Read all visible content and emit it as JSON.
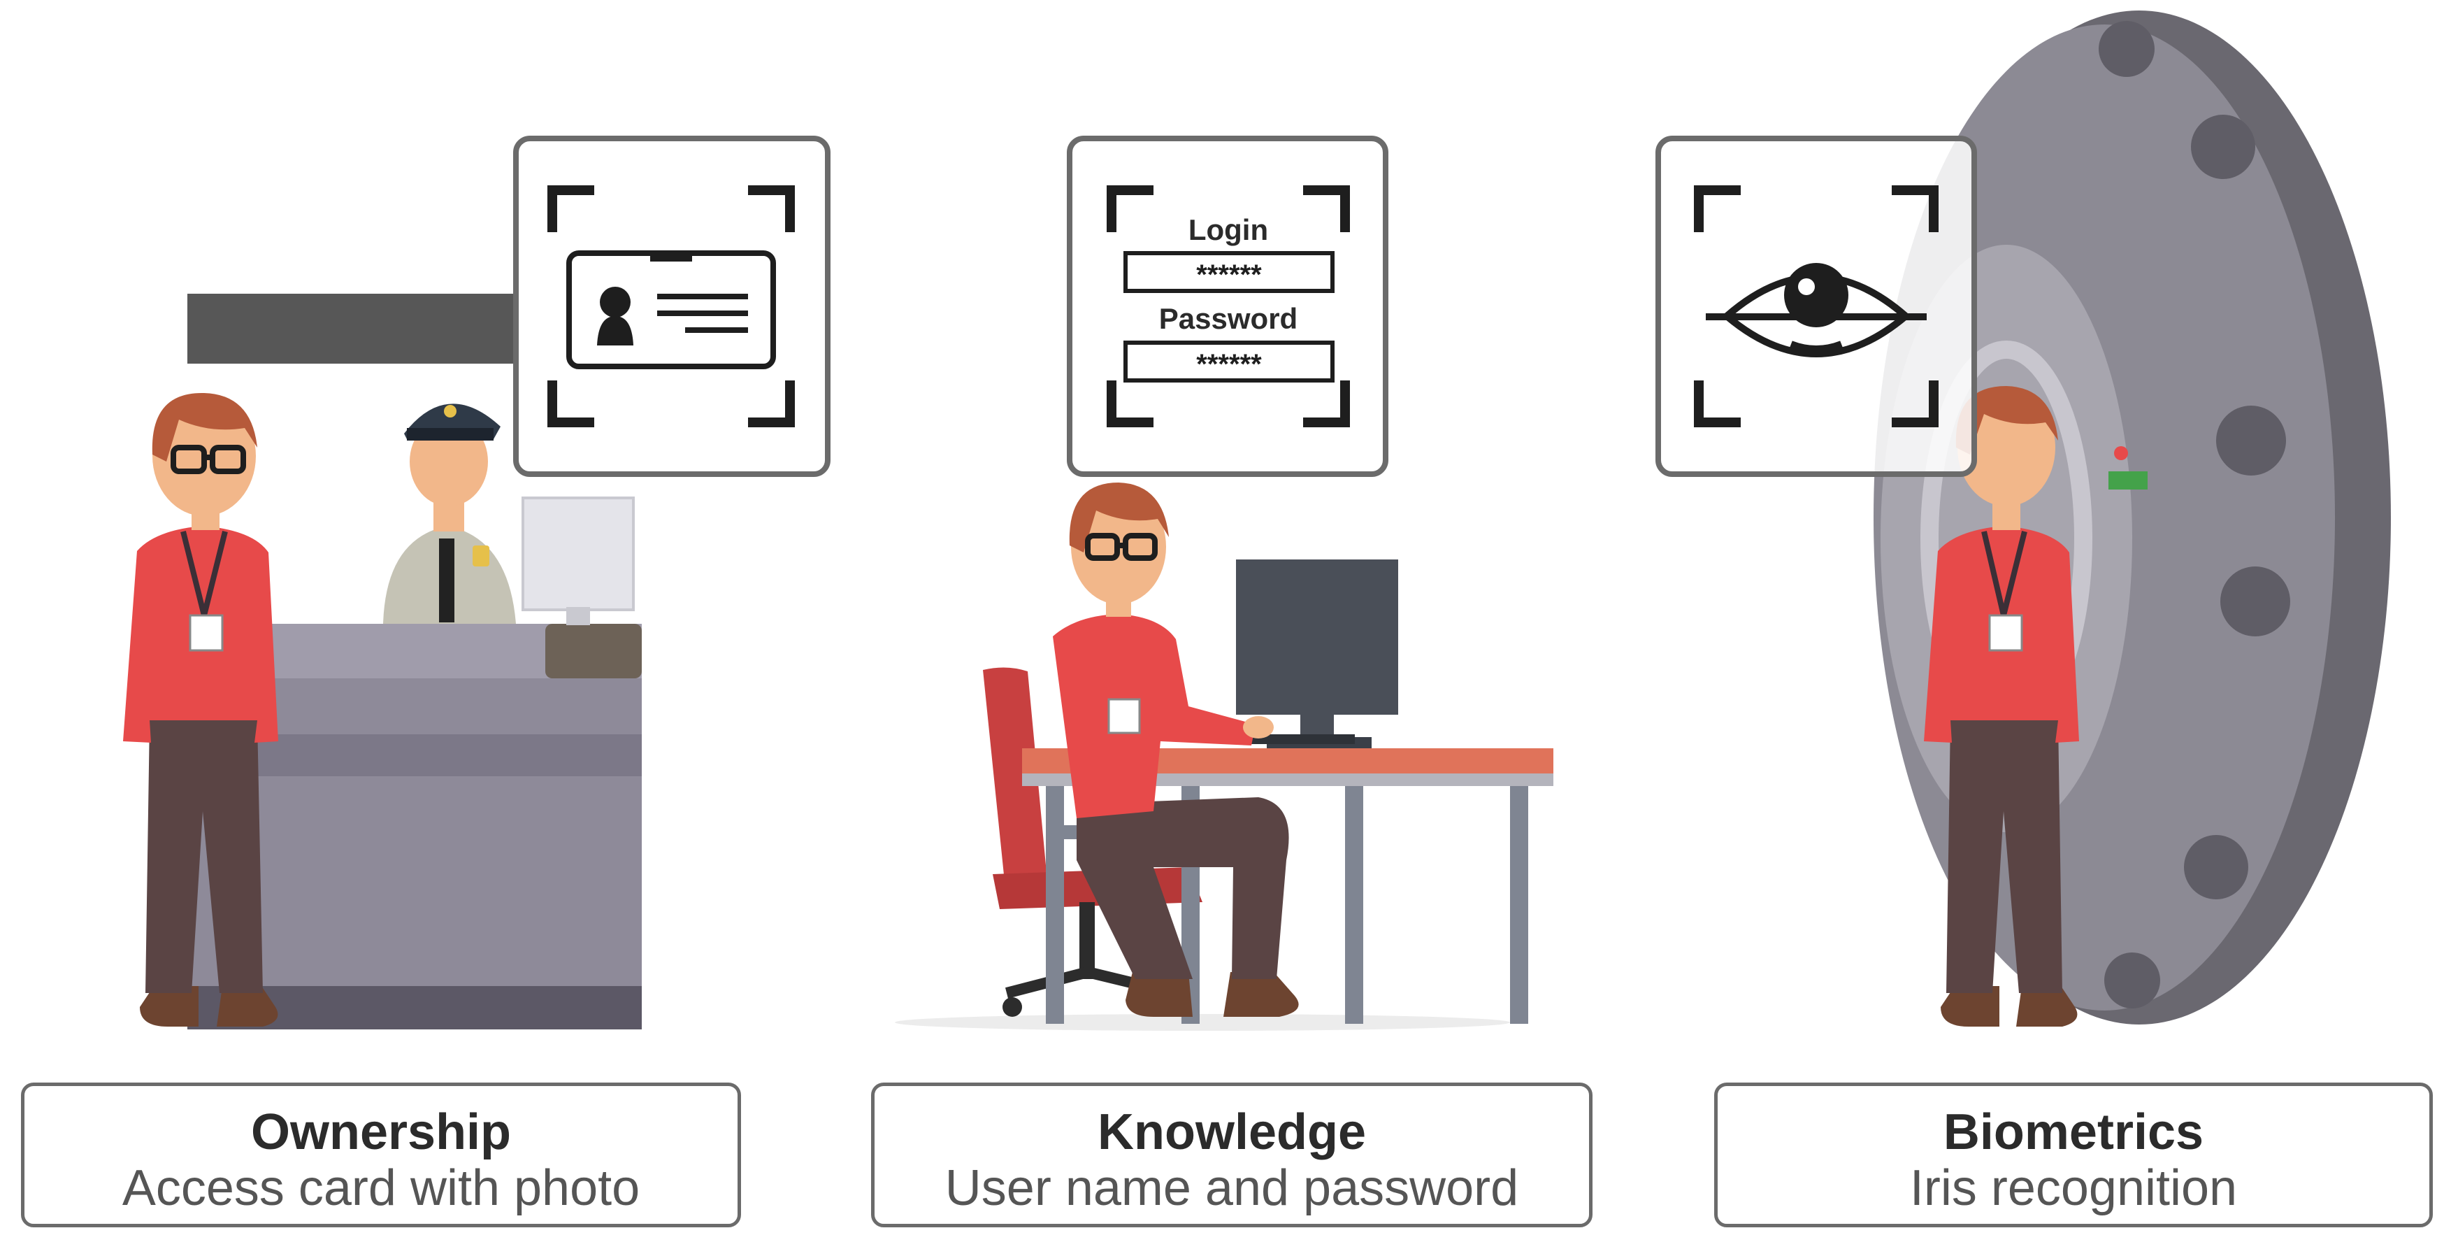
{
  "panels": [
    {
      "id": "ownership",
      "title": "Ownership",
      "subtitle": "Access card with photo",
      "icon": "id-card-icon"
    },
    {
      "id": "knowledge",
      "title": "Knowledge",
      "subtitle": "User name and password",
      "icon": "login-form-icon",
      "login_form": {
        "login_label": "Login",
        "login_value": "******",
        "password_label": "Password",
        "password_value": "******"
      }
    },
    {
      "id": "biometrics",
      "title": "Biometrics",
      "subtitle": "Iris recognition",
      "icon": "eye-icon"
    }
  ],
  "colors": {
    "shirt": "#e74a4a",
    "pants": "#5a4444",
    "counter": "#8e8a99",
    "vault": "#8c8a94",
    "frame": "#6b6b6b"
  }
}
